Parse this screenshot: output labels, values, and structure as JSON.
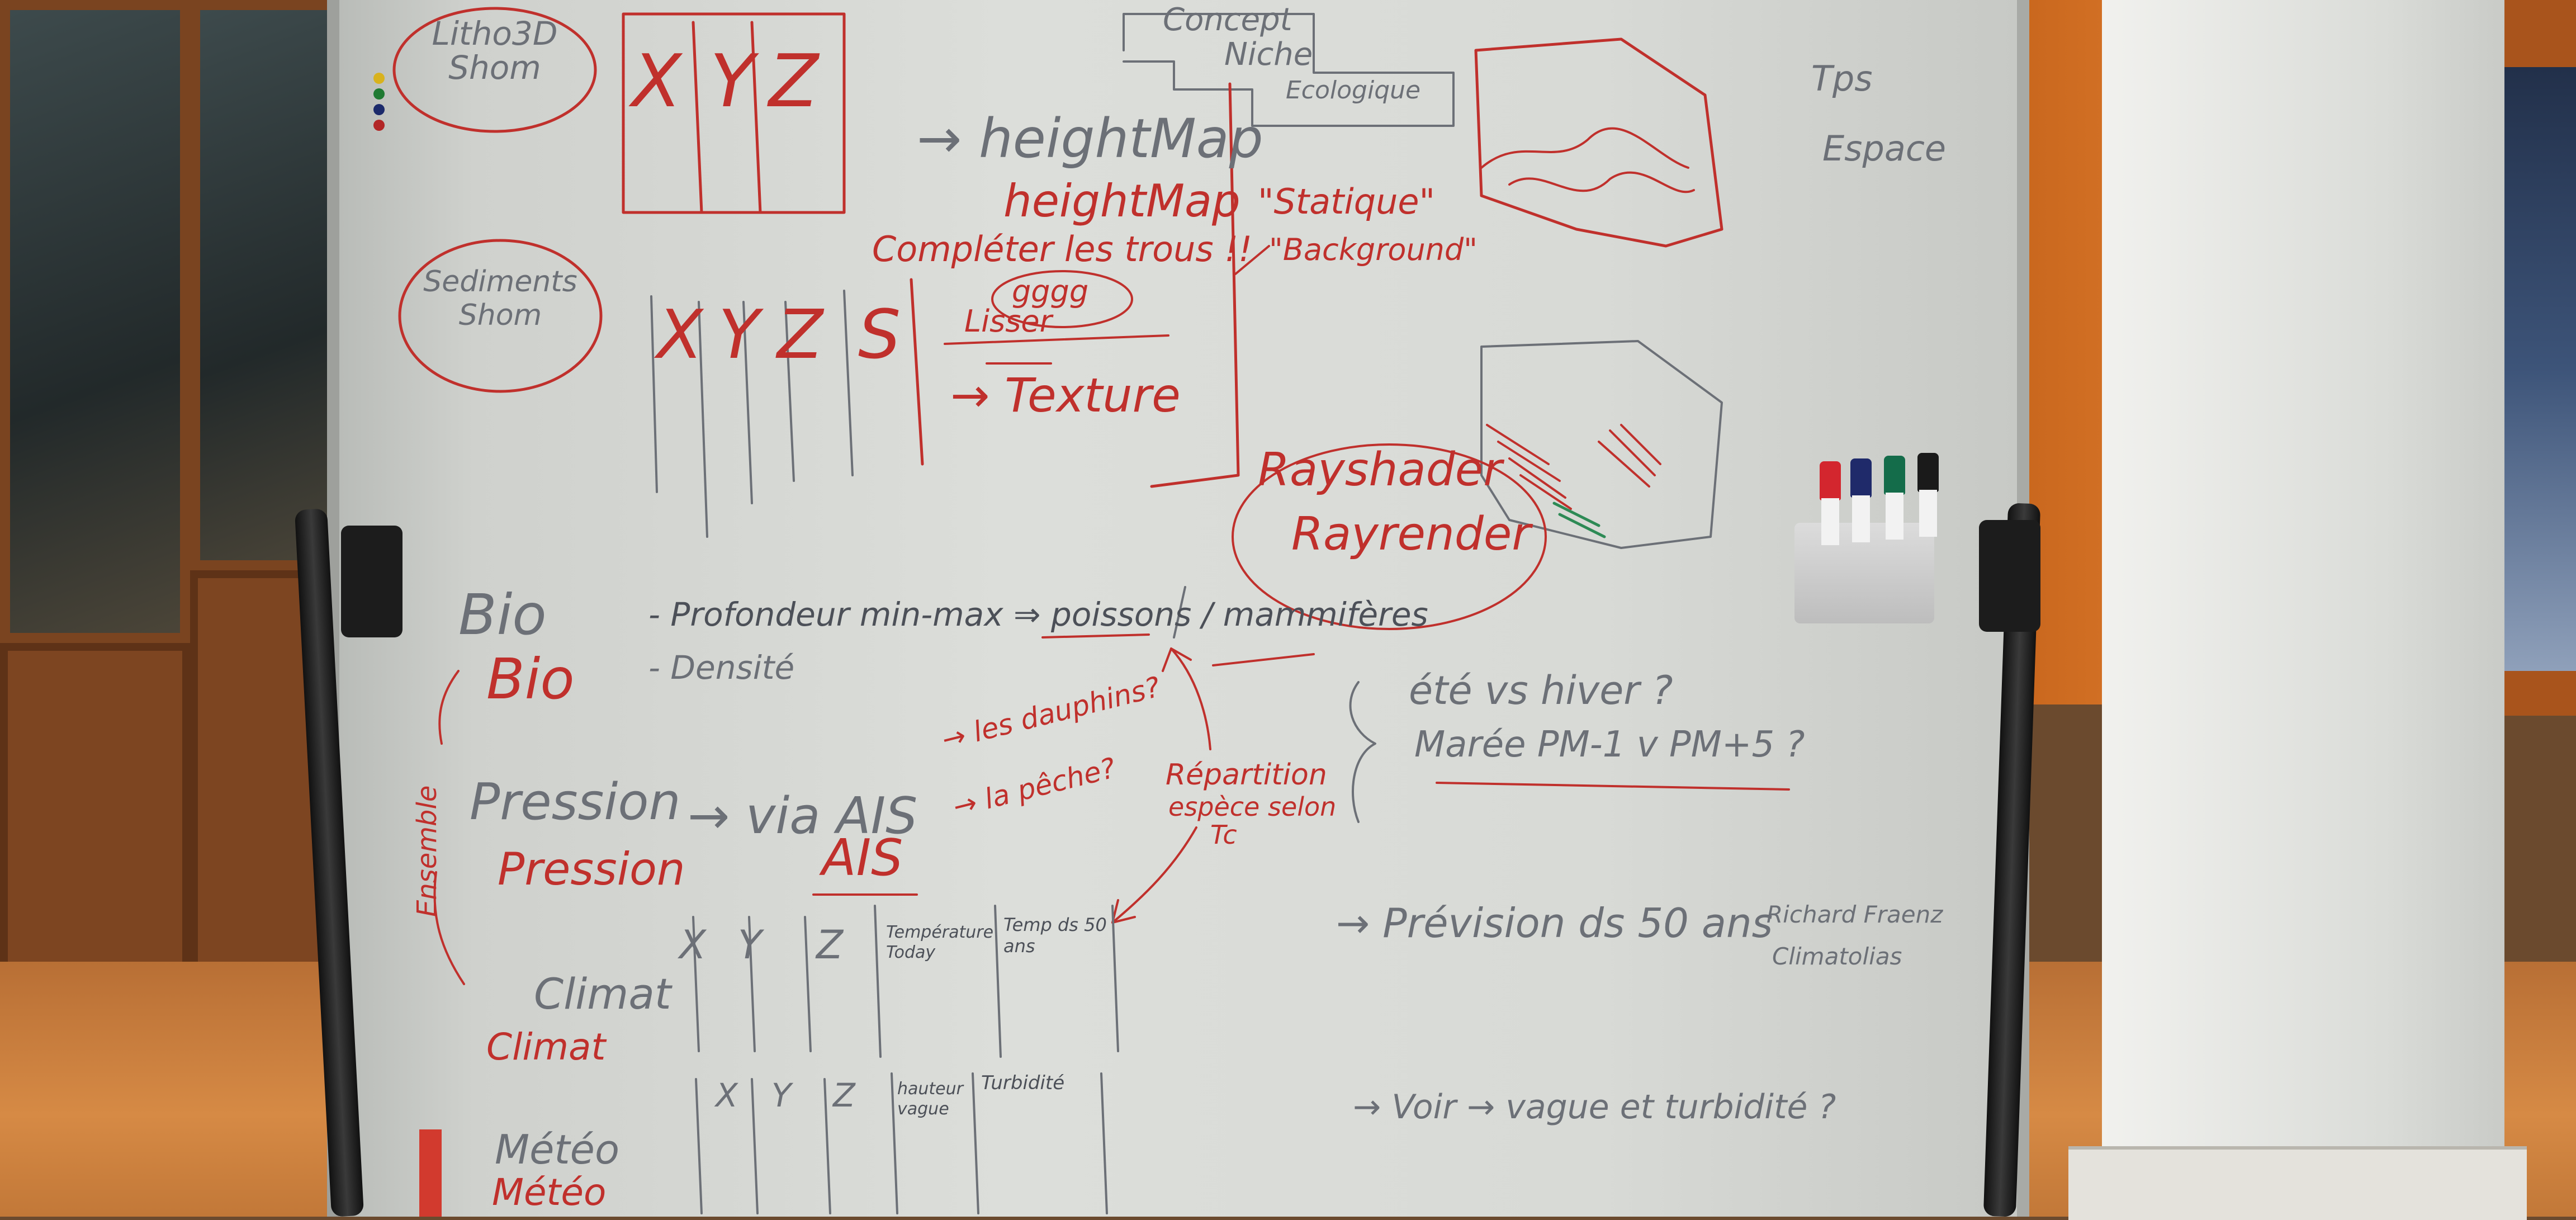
{
  "whiteboard": {
    "top_left_circles": {
      "litho": "Litho3D Shom",
      "sediments": "Sediments Shom"
    },
    "table1_headers": [
      "X",
      "Y",
      "Z"
    ],
    "table2_headers": [
      "X",
      "Y",
      "Z",
      "S"
    ],
    "heightmap_gray": "→ heightMap",
    "heightmap_red": "heightMap",
    "completer": "Compléter les trous !!",
    "lisser": "Lisser",
    "gggg": "gggg",
    "texture": "→ Texture",
    "concept_box": [
      "Concept",
      "Niche",
      "Ecologique"
    ],
    "statique": "\"Statique\"",
    "background": "\"Background\"",
    "rayshader": "Rayshader",
    "rayrender": "Rayrender",
    "tps_espace": [
      "Tps",
      "Espace"
    ],
    "bio_gray": "Bio",
    "bio_red": "Bio",
    "profondeur": "- Profondeur min-max ⇒ poissons / mammifères",
    "densite": "- Densité",
    "pression_gray": "Pression",
    "pression_red": "Pression",
    "via_ais": "→ via AIS",
    "ais_red": "AIS",
    "les_dauphins": "→ les dauphins?",
    "les_peche": "→ la pêche?",
    "repartition": [
      "Répartition",
      "espèce selon",
      "Tc"
    ],
    "ete_hiver": "été vs hiver ?",
    "maree": "Marée PM-1 v PM+5 ?",
    "climat_gray": "Climat",
    "climat_red": "Climat",
    "table3_headers": [
      "X",
      "Y",
      "Z",
      "Température Today",
      "Temp ds 50 ans"
    ],
    "prevision": "→ Prévision ds 50 ans",
    "richard": [
      "Richard Fraenz",
      "Climatolias"
    ],
    "meteo_gray": "Météo",
    "meteo_red": "Météo",
    "table4_headers": [
      "X",
      "Y",
      "Z",
      "hauteur vague",
      "Turbidité"
    ],
    "voir": "→ Voir → vague et turbidité ?",
    "ensemble": "Ensemble"
  },
  "colors": {
    "red_marker": "#c0302c",
    "gray_marker": "#6c7077",
    "board": "#dcdeda"
  },
  "markers": [
    "red-marker",
    "blue-marker",
    "green-marker",
    "black-marker"
  ]
}
